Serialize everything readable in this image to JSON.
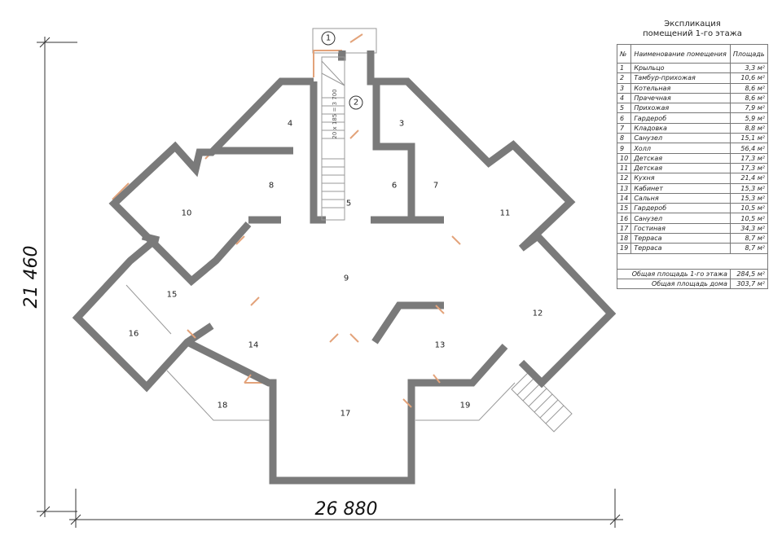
{
  "dimensions": {
    "height": "21 460",
    "width": "26 880"
  },
  "stair_label": "20 x 185 = 3 700",
  "rooms": [
    "1",
    "2",
    "3",
    "4",
    "5",
    "6",
    "7",
    "8",
    "9",
    "10",
    "11",
    "12",
    "13",
    "14",
    "15",
    "16",
    "17",
    "18",
    "19"
  ],
  "explication": {
    "title1": "Экспликация",
    "title2": "помещений 1-го этажа",
    "headers": [
      "№",
      "Наименование помещения",
      "Площадь"
    ],
    "rows": [
      [
        "1",
        "Крыльцо",
        "3,3 м²"
      ],
      [
        "2",
        "Тамбур-прихожая",
        "10,6 м²"
      ],
      [
        "3",
        "Котельная",
        "8,6 м²"
      ],
      [
        "4",
        "Прачечная",
        "8,6 м²"
      ],
      [
        "5",
        "Прихожая",
        "7,9 м²"
      ],
      [
        "6",
        "Гардероб",
        "5,9 м²"
      ],
      [
        "7",
        "Кладовка",
        "8,8 м²"
      ],
      [
        "8",
        "Санузел",
        "15,1 м²"
      ],
      [
        "9",
        "Холл",
        "56,4 м²"
      ],
      [
        "10",
        "Детская",
        "17,3 м²"
      ],
      [
        "11",
        "Детская",
        "17,3 м²"
      ],
      [
        "12",
        "Кухня",
        "21,4 м²"
      ],
      [
        "13",
        "Кабинет",
        "15,3 м²"
      ],
      [
        "14",
        "Сальня",
        "15,3 м²"
      ],
      [
        "15",
        "Гардероб",
        "10,5 м²"
      ],
      [
        "16",
        "Санузел",
        "10,5 м²"
      ],
      [
        "17",
        "Гостиная",
        "34,3 м²"
      ],
      [
        "18",
        "Терраса",
        "8,7 м²"
      ],
      [
        "19",
        "Терраса",
        "8,7 м²"
      ]
    ],
    "total_floor_label": "Общая площадь 1-го этажа",
    "total_floor": "284,5 м²",
    "total_house_label": "Общая площадь дома",
    "total_house": "303,7 м²"
  }
}
